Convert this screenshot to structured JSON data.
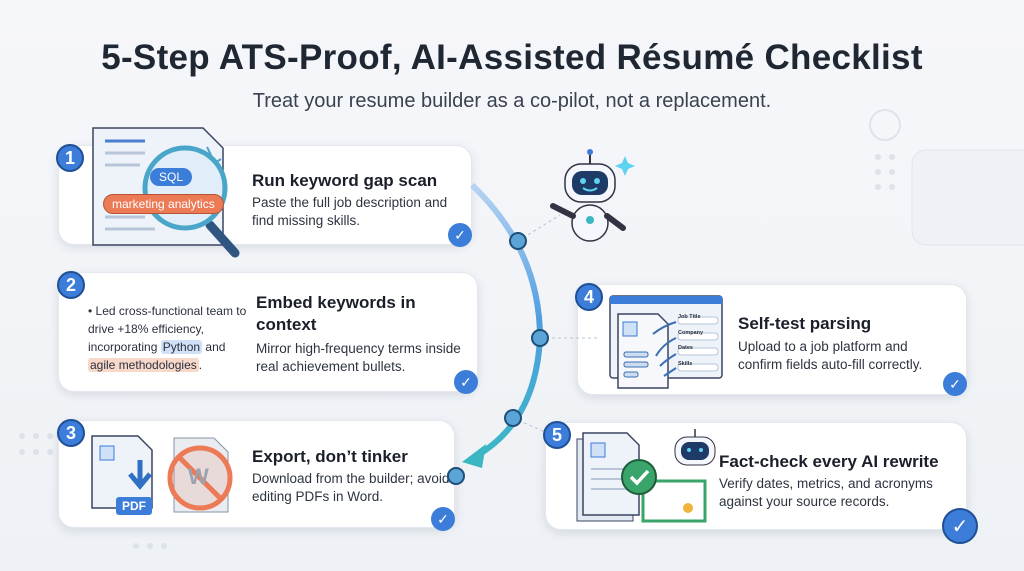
{
  "title": "5-Step ATS-Proof, AI-Assisted Résumé Checklist",
  "subtitle": "Treat your resume builder as a co-pilot, not a replacement.",
  "steps": [
    {
      "number": "1",
      "heading": "Run keyword gap scan",
      "description": "Paste the full job description and find missing skills.",
      "illustration": {
        "tag1": "SQL",
        "tag2": "marketing analytics"
      }
    },
    {
      "number": "2",
      "heading": "Embed keywords in context",
      "description": "Mirror high-frequency terms inside real achievement bullets.",
      "illustration": {
        "bullet_pre": "Led cross-functional team to drive +18% efficiency, incorporating ",
        "kw1": "Python",
        "mid": " and ",
        "kw2": "agile methodologies",
        "post": "."
      }
    },
    {
      "number": "3",
      "heading": "Export, don’t tinker",
      "description": "Download from the builder; avoid editing PDFs in Word.",
      "illustration": {
        "pdf_label": "PDF",
        "word_label": "W"
      }
    },
    {
      "number": "4",
      "heading": "Self-test parsing",
      "description": "Upload to a job platform and confirm fields auto-fill correctly.",
      "illustration": {
        "fields": [
          "Job Title",
          "Company",
          "Dates",
          "Skills"
        ]
      }
    },
    {
      "number": "5",
      "heading": "Fact-check every AI rewrite",
      "description": "Verify dates, metrics, and acronyms against your source records."
    }
  ],
  "colors": {
    "accent": "#3b7dd8",
    "orange": "#ec7a55",
    "teal": "#3bb7c4",
    "green": "#3aa56a"
  }
}
